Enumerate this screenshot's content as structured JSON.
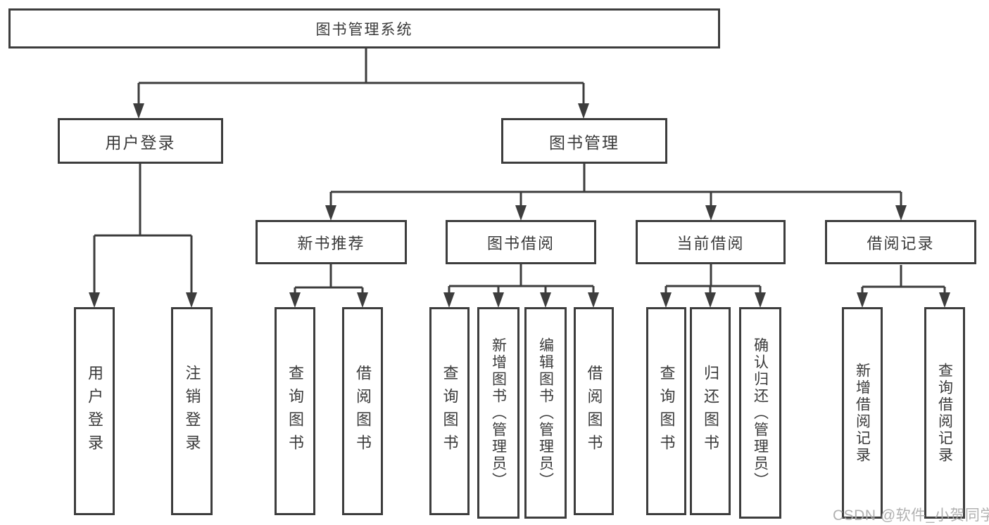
{
  "diagram": {
    "title": "图书管理系统",
    "nodes": {
      "root": {
        "label": "图书管理系统"
      },
      "user_login": {
        "label": "用户登录"
      },
      "book_mgmt": {
        "label": "图书管理"
      },
      "new_book_rec": {
        "label": "新书推荐"
      },
      "book_borrow": {
        "label": "图书借阅"
      },
      "current_borrow": {
        "label": "当前借阅"
      },
      "borrow_records": {
        "label": "借阅记录"
      },
      "leaf_user_login": {
        "label": "用户登录"
      },
      "leaf_logout": {
        "label": "注销登录"
      },
      "leaf_query_book_new": {
        "label": "查询图书"
      },
      "leaf_borrow_book_new": {
        "label": "借阅图书"
      },
      "leaf_query_book_borrow": {
        "label": "查询图书"
      },
      "leaf_add_book_admin": {
        "label": "新增图书（管理员）"
      },
      "leaf_edit_book_admin": {
        "label": "编辑图书（管理员）"
      },
      "leaf_borrow_book_borrow": {
        "label": "借阅图书"
      },
      "leaf_query_book_current": {
        "label": "查询图书"
      },
      "leaf_return_book": {
        "label": "归还图书"
      },
      "leaf_confirm_return_admin": {
        "label": "确认归还（管理员）"
      },
      "leaf_add_borrow_record": {
        "label": "新增借阅记录"
      },
      "leaf_query_borrow_record": {
        "label": "查询借阅记录"
      }
    },
    "hierarchy": {
      "图书管理系统": {
        "用户登录": [
          "用户登录",
          "注销登录"
        ],
        "图书管理": {
          "新书推荐": [
            "查询图书",
            "借阅图书"
          ],
          "图书借阅": [
            "查询图书",
            "新增图书（管理员）",
            "编辑图书（管理员）",
            "借阅图书"
          ],
          "当前借阅": [
            "查询图书",
            "归还图书",
            "确认归还（管理员）"
          ],
          "借阅记录": [
            "新增借阅记录",
            "查询借阅记录"
          ]
        }
      }
    },
    "colors": {
      "line": "#3d3d3d",
      "box_border": "#3d3d3d",
      "text": "#3a3a3a",
      "background": "#ffffff",
      "watermark": "#aaaaaa"
    }
  },
  "watermark": {
    "text": "CSDN @软件_小贺同学"
  }
}
